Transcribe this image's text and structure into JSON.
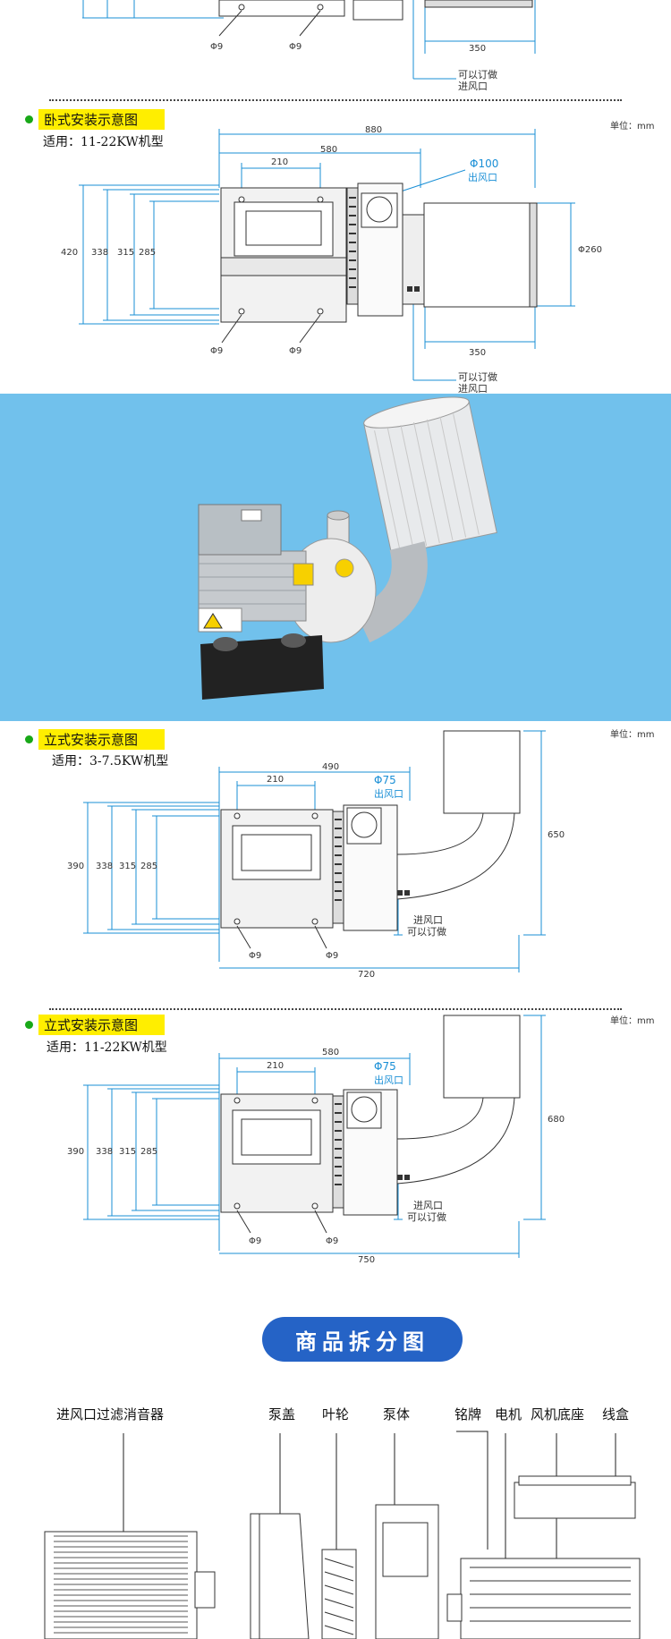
{
  "section_top": {
    "dim_350": "350",
    "phi9_a": "Φ9",
    "phi9_b": "Φ9",
    "note1": "可以订做",
    "note2": "进风口"
  },
  "section_h2": {
    "title": "卧式安装示意图",
    "applies": "适用：11-22KW机型",
    "unit": "单位：mm",
    "dim_880": "880",
    "dim_580": "580",
    "dim_210": "210",
    "phi_out": "Φ100",
    "outlet": "出风口",
    "dim_420": "420",
    "dim_338": "338",
    "dim_315": "315",
    "dim_285": "285",
    "phi260": "Φ260",
    "phi9_a": "Φ9",
    "phi9_b": "Φ9",
    "dim_350": "350",
    "note1": "可以订做",
    "note2": "进风口"
  },
  "section_v1": {
    "title": "立式安装示意图",
    "applies": "适用：3-7.5KW机型",
    "unit": "单位：mm",
    "dim_490": "490",
    "dim_210": "210",
    "phi_out": "Φ75",
    "outlet": "出风口",
    "dim_650": "650",
    "dim_390": "390",
    "dim_338": "338",
    "dim_315": "315",
    "dim_285": "285",
    "inlet": "进风口",
    "custom": "可以订做",
    "phi9_a": "Φ9",
    "phi9_b": "Φ9",
    "dim_720": "720"
  },
  "section_v2": {
    "title": "立式安装示意图",
    "applies": "适用：11-22KW机型",
    "unit": "单位：mm",
    "dim_580": "580",
    "dim_210": "210",
    "phi_out": "Φ75",
    "outlet": "出风口",
    "dim_680": "680",
    "dim_390": "390",
    "dim_338": "338",
    "dim_315": "315",
    "dim_285": "285",
    "inlet": "进风口",
    "custom": "可以订做",
    "phi9_a": "Φ9",
    "phi9_b": "Φ9",
    "dim_750": "750"
  },
  "exploded": {
    "heading": "商品拆分图",
    "parts": [
      "进风口过滤消音器",
      "泵盖",
      "叶轮",
      "泵体",
      "铭牌",
      "电机",
      "风机底座",
      "线盒"
    ]
  }
}
